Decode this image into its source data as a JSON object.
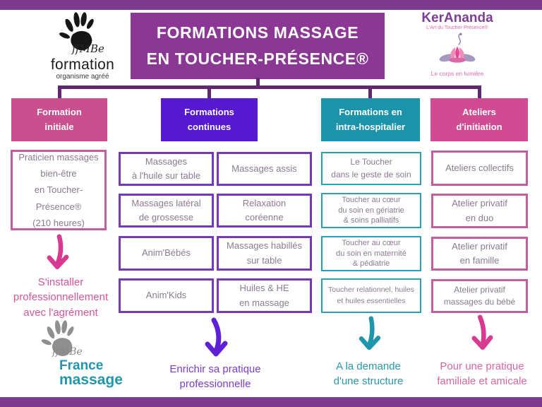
{
  "colors": {
    "frame_purple": "#7c3a8d",
    "banner_purple": "#8b3794",
    "connector_purple": "#5f2a6b",
    "header_initiale_pink": "#ca4f8e",
    "header_continues_violet": "#5618d0",
    "header_intra_teal": "#1b93aa",
    "header_ateliers_pink": "#d04b91",
    "box_border_pink": "#c25e9e",
    "box_border_purple": "#7438b8",
    "box_border_teal": "#2b9fb3",
    "box_text_gray": "#8b7a90",
    "france_massage_teal": "#2196ac"
  },
  "ffmbe_logo": {
    "script": "ffMBe",
    "title": "formation",
    "subtitle": "organisme agréé"
  },
  "banner": {
    "line1": "FORMATIONS MASSAGE",
    "line2": "EN TOUCHER-PRÉSENCE®"
  },
  "kerananda_logo": {
    "name": "KerAnanda",
    "tagline": "L'Art du Toucher-Présence®",
    "caption": "Le corps en lumière"
  },
  "headers": {
    "initiale": {
      "l1": "Formation",
      "l2": "initiale"
    },
    "continues": {
      "l1": "Formations",
      "l2": "continues"
    },
    "intra": {
      "l1": "Formations en",
      "l2": "intra-hospitalier"
    },
    "ateliers": {
      "l1": "Ateliers",
      "l2": "d'initiation"
    }
  },
  "col1": {
    "praticien": {
      "l1": "Praticien massages",
      "l2": "bien-être",
      "l3": "en Toucher-Présence®",
      "l4": "(210 heures)"
    },
    "outcome": {
      "l1": "S'installer",
      "l2": "professionnellement",
      "l3": "avec l'agrément"
    }
  },
  "col2": {
    "huile_table": {
      "l1": "Massages",
      "l2": "à l'huile sur table"
    },
    "assis": {
      "l1": "Massages assis"
    },
    "lateral": {
      "l1": "Massages latéral",
      "l2": "de grossesse"
    },
    "relaxation": {
      "l1": "Relaxation",
      "l2": "coréenne"
    },
    "bebes": {
      "l1": "Anim'Bébés"
    },
    "habilles": {
      "l1": "Massages habillés",
      "l2": "sur table"
    },
    "kids": {
      "l1": "Anim'Kids"
    },
    "huiles_he": {
      "l1": "Huiles & HE",
      "l2": "en massage"
    },
    "outcome": {
      "l1": "Enrichir sa pratique",
      "l2": "professionnelle"
    }
  },
  "col3": {
    "geste_soin": {
      "l1": "Le Toucher",
      "l2": "dans le geste de soin"
    },
    "geriatrie": {
      "l1": "Toucher au cœur",
      "l2": "du soin en gériatrie",
      "l3": "& soins palliatifs"
    },
    "maternite": {
      "l1": "Toucher au cœur",
      "l2": "du soin en maternité",
      "l3": "& pédiatrie"
    },
    "relationnel": {
      "l1": "Toucher relationnel, huiles",
      "l2": "et huiles essentielles"
    },
    "outcome": {
      "l1": "A la demande",
      "l2": "d'une structure"
    }
  },
  "col4": {
    "collectifs": {
      "l1": "Ateliers collectifs"
    },
    "duo": {
      "l1": "Atelier privatif",
      "l2": "en duo"
    },
    "famille": {
      "l1": "Atelier privatif",
      "l2": "en famille"
    },
    "bebe": {
      "l1": "Atelier privatif",
      "l2": "massages du bébé"
    },
    "outcome": {
      "l1": "Pour une pratique",
      "l2": "familiale et amicale"
    }
  },
  "france_massage_logo": {
    "script": "ffMBe",
    "line1": "France",
    "line2": "massage"
  }
}
